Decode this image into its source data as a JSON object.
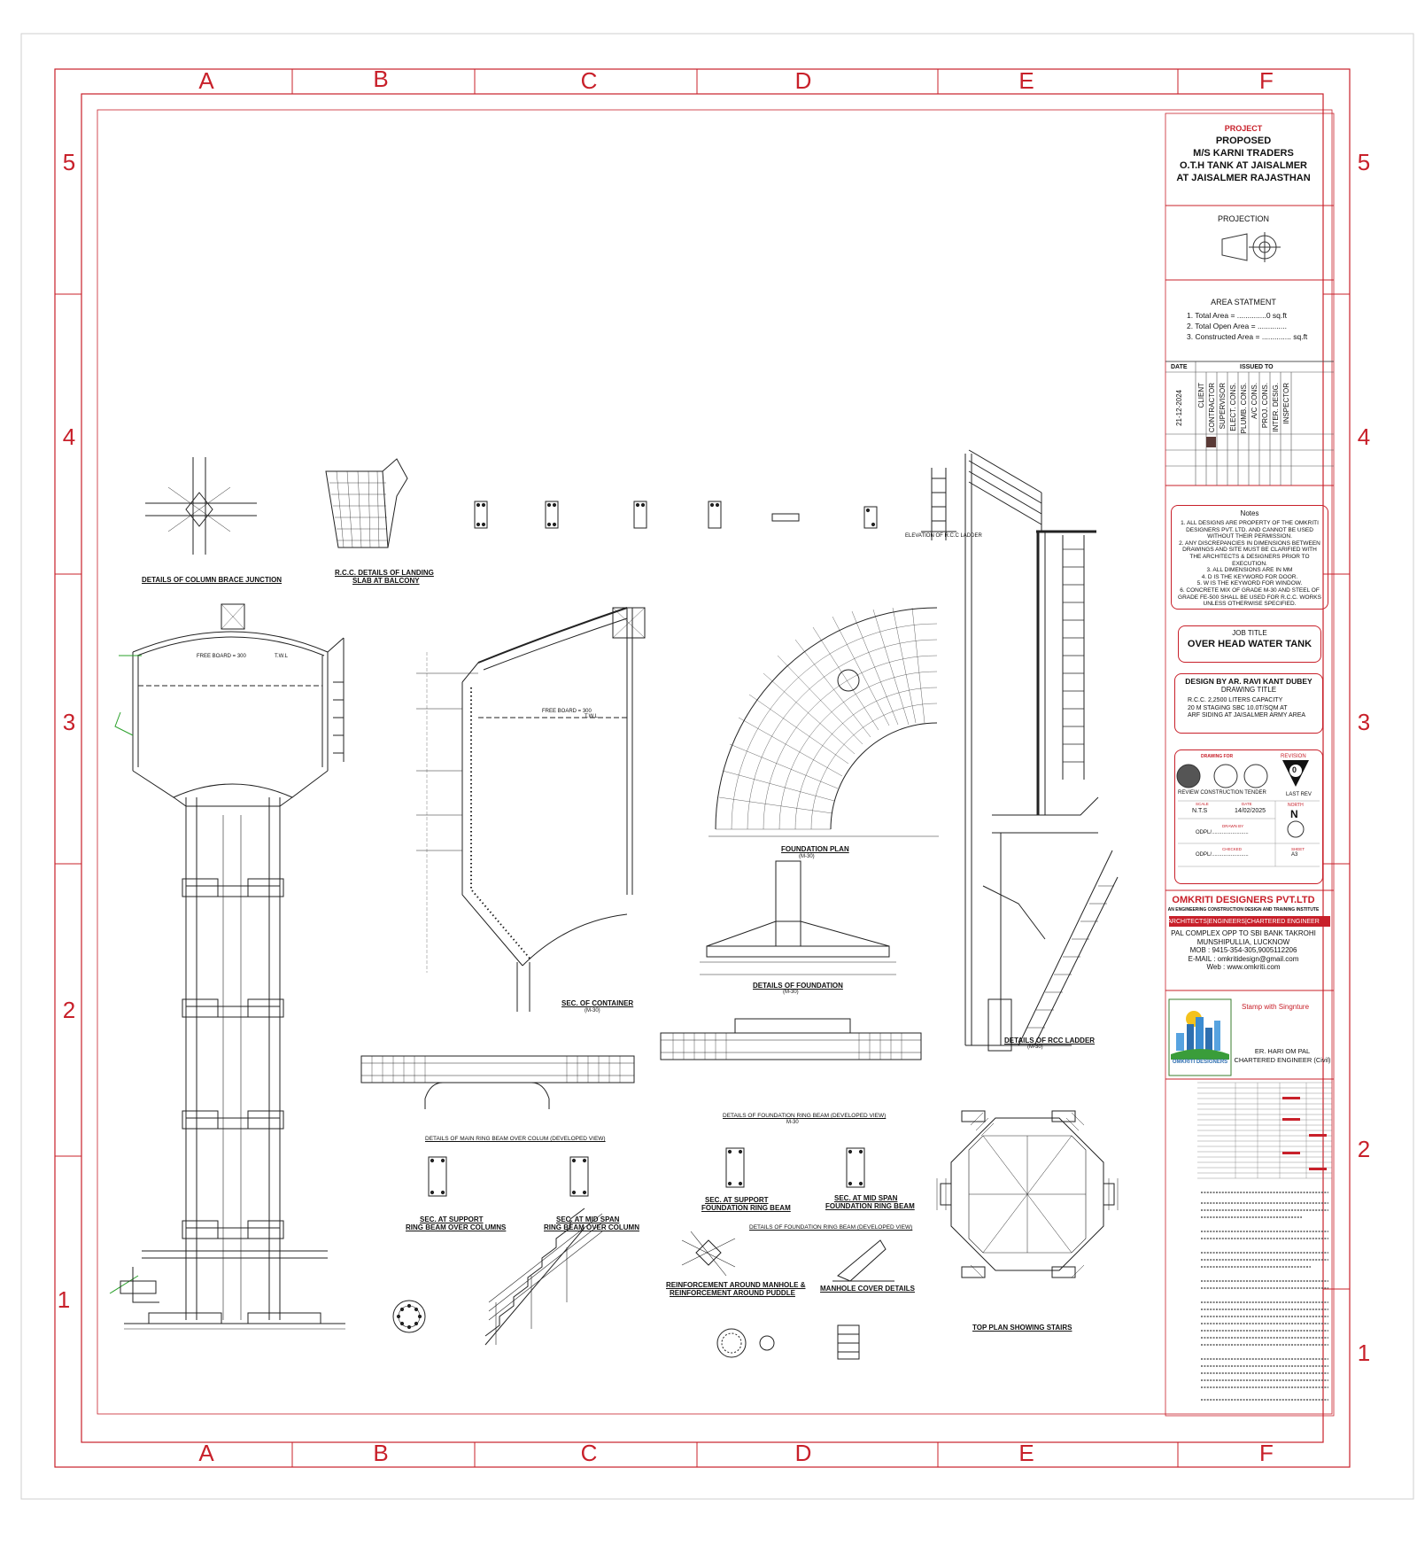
{
  "grid": {
    "columns": [
      "A",
      "B",
      "C",
      "D",
      "E",
      "F"
    ],
    "rows_left": [
      "5",
      "4",
      "3",
      "2",
      "1"
    ],
    "rows_right": [
      "5",
      "4",
      "3",
      "2",
      "1"
    ]
  },
  "title_block": {
    "project_heading": "PROJECT",
    "project_lines": [
      "PROPOSED",
      "M/S KARNI TRADERS",
      "O.T.H TANK AT JAISALMER",
      "AT JAISALMER RAJASTHAN"
    ],
    "projection_heading": "PROJECTION",
    "area_heading": "AREA STATMENT",
    "area_lines": [
      "1. Total Area = ..............0 sq.ft",
      "2. Total Open Area = ..............",
      "3. Constructed Area = .............. sq.ft"
    ],
    "date_label": "DATE",
    "issued_to_label": "ISSUED TO",
    "date_value": "21-12-2024",
    "issued_columns": [
      "CLIENT",
      "CONTRACTOR",
      "SUPERVISOR",
      "ELECT. CONS.",
      "PLUMB. CONS.",
      "A/C CONS.",
      "PROJ. CONS.",
      "INTER. DESIG.",
      "INSPECTOR"
    ],
    "notes_heading": "Notes",
    "notes": [
      "1. ALL DESIGNS ARE PROPERTY OF THE OMKRITI DESIGNERS PVT. LTD. AND CANNOT BE USED WITHOUT THEIR PERMISSION.",
      "2. ANY DISCREPANCIES IN DIMENSIONS BETWEEN DRAWINGS AND SITE MUST BE CLARIFIED WITH THE ARCHITECTS & DESIGNERS PRIOR TO EXECUTION.",
      "3. ALL DIMENSIONS ARE IN MM",
      "4. D IS THE KEYWORD FOR DOOR.",
      "5. W IS THE KEYWORD FOR WINDOW.",
      "6. CONCRETE MIX OF GRADE M-30 AND STEEL OF GRADE FE-500 SHALL BE USED FOR R.C.C. WORKS UNLESS OTHERWISE SPECIFIED."
    ],
    "job_title_label": "JOB TITLE",
    "job_title": "OVER HEAD WATER TANK",
    "design_by": "DESIGN BY AR. RAVI KANT DUBEY",
    "drawing_title_label": "DRAWING TITLE",
    "drawing_title_lines": [
      "R.C.C. 2,2500 LITERS CAPACITY",
      "20 M STAGING SBC 10.0T/SQM AT",
      "ARF SIDING AT JAISALMER ARMY AREA"
    ],
    "drawing_for_label": "DRAWING FOR",
    "drawing_for_options": "REVIEW CONSTRUCTION TENDER",
    "revision_label": "REVISION",
    "revision_value": "0",
    "last_rev_label": "LAST REV",
    "north_label": "NORTH",
    "north_letter": "N",
    "scale_label": "SCALE",
    "scale_value": "N.T.S",
    "date2_label": "DATE",
    "date2_value": "14/02/2025",
    "drawn_label": "DRAWN BY",
    "odpl1": "ODPL/.........................",
    "checked_label": "CHECKED",
    "odpl2": "ODPL/.........................",
    "sheet_label": "SHEET",
    "sheet_value": "A3",
    "company_name": "OMKRITI DESIGNERS PVT.LTD",
    "company_tagline": "AN ENGINEERING CONSTRUCTION DESIGN AND TRAINING INSTITUTE",
    "company_banner": "ARCHITECTS|ENGINEERS|CHARTERED ENGINEER",
    "address_lines": [
      "PAL COMPLEX OPP TO SBI BANK TAKROHI",
      "MUNSHIPULLIA, LUCKNOW",
      "MOB : 9415-354-305,9005112206",
      "E-MAIL : omkritidesign@gmail.com",
      "Web : www.omkriti.com"
    ],
    "stamp_label": "Stamp with Singnture",
    "engineer_lines": [
      "ER. HARI OM PAL",
      "CHARTERED ENGINEER (Civil)"
    ],
    "logo_text": "OMKRITI DESIGNERS"
  },
  "drawings": {
    "column_brace": "DETAILS OF COLUMN BRACE JUNCTION",
    "landing_slab_1": "R.C.C. DETAILS OF LANDING",
    "landing_slab_2": "SLAB AT BALCONY",
    "sec_container": "SEC. OF CONTAINER",
    "sec_container_grade": "(M-30)",
    "foundation_plan": "FOUNDATION PLAN",
    "foundation_plan_grade": "(M-30)",
    "details_foundation": "DETAILS OF FOUNDATION",
    "details_foundation_grade": "(M-30)",
    "rcc_ladder": "DETAILS OF RCC LADDER",
    "rcc_ladder_grade": "(M-30)",
    "main_ring_beam": "DETAILS OF MAIN RING BEAM OVER COLUM (DEVELOPED VIEW)",
    "foundation_ring_beam": "DETAILS OF FOUNDATION RING BEAM (DEVELOPED VIEW)",
    "foundation_ring_beam_grade": "M-30",
    "sec_support_1": "SEC. AT SUPPORT",
    "sec_support_2": "RING BEAM OVER COLUMNS",
    "sec_midspan_1": "SEC. AT MID SPAN",
    "sec_midspan_2": "RING BEAM OVER COLUMN",
    "sec_support_f1": "SEC. AT SUPPORT",
    "sec_support_f2": "FOUNDATION RING BEAM",
    "sec_midspan_f1": "SEC. AT MID SPAN",
    "sec_midspan_f2": "FOUNDATION RING BEAM",
    "foundation_ring_beam_2": "DETAILS OF FOUNDATION RING BEAM (DEVELOPED VIEW)",
    "manhole_1": "REINFORCEMENT AROUND MANHOLE &",
    "manhole_2": "REINFORCEMENT AROUND PUDDLE",
    "manhole_cover": "MANHOLE COVER DETAILS",
    "top_plan": "TOP PLAN SHOWING STAIRS",
    "elevation_ladder": "ELEVATION OF R.C.C LADDER",
    "free_board": "FREE BOARD = 300",
    "twl": "T.W.L",
    "m30": "(M-30)"
  }
}
